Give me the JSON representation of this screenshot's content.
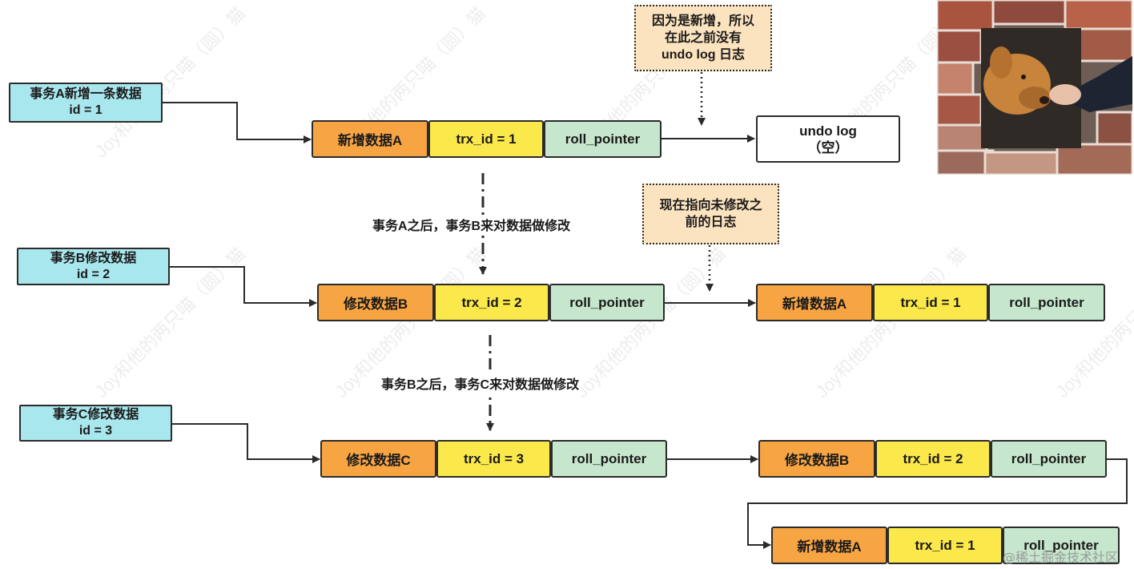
{
  "watermark_text": "Joy和他的两只喵（圆）猫",
  "credit": "@稀土掘金技术社区",
  "transactions": [
    {
      "line1": "事务A新增一条数据",
      "line2": "id = 1"
    },
    {
      "line1": "事务B修改数据",
      "line2": "id = 2"
    },
    {
      "line1": "事务C修改数据",
      "line2": "id = 3"
    }
  ],
  "records": {
    "r1": {
      "data": "新增数据A",
      "trx": "trx_id = 1",
      "ptr": "roll_pointer"
    },
    "r2": {
      "data": "修改数据B",
      "trx": "trx_id = 2",
      "ptr": "roll_pointer"
    },
    "r2_log": {
      "data": "新增数据A",
      "trx": "trx_id = 1",
      "ptr": "roll_pointer"
    },
    "r3": {
      "data": "修改数据C",
      "trx": "trx_id = 3",
      "ptr": "roll_pointer"
    },
    "r3_log1": {
      "data": "修改数据B",
      "trx": "trx_id = 2",
      "ptr": "roll_pointer"
    },
    "r3_log2": {
      "data": "新增数据A",
      "trx": "trx_id = 1",
      "ptr": "roll_pointer"
    }
  },
  "undo_box": {
    "line1": "undo log",
    "line2": "（空）"
  },
  "notes": {
    "note1": {
      "line1": "因为是新增，所以",
      "line2": "在此之前没有",
      "line3": "undo log 日志"
    },
    "note2": {
      "line1": "现在指向未修改之",
      "line2": "前的日志"
    }
  },
  "flow_labels": {
    "ab": "事务A之后，事务B来对数据做修改",
    "bc": "事务B之后，事务C来对数据做修改"
  },
  "photo": {
    "description": "dog-in-brick-wall-photo"
  },
  "colors": {
    "txn_fill": "#a9e7ee",
    "data_fill": "#f7a443",
    "trx_fill": "#fbe84a",
    "pointer_fill": "#c6e7cd",
    "note_fill": "#fce3bf"
  }
}
